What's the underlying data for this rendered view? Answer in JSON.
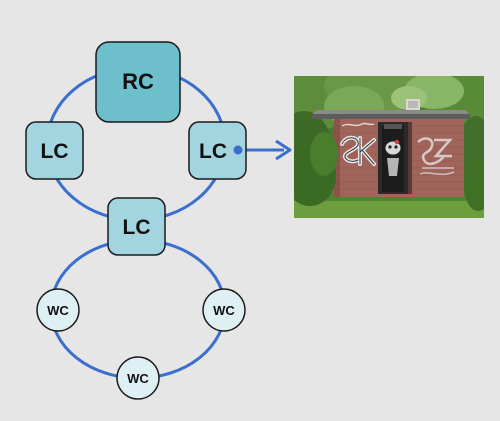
{
  "diagram": {
    "nodes": {
      "rc": {
        "label": "RC"
      },
      "lc_left": {
        "label": "LC"
      },
      "lc_right": {
        "label": "LC"
      },
      "lc_bottom": {
        "label": "LC"
      },
      "wc_left": {
        "label": "WC"
      },
      "wc_right": {
        "label": "WC"
      },
      "wc_bottom": {
        "label": "WC"
      }
    },
    "colors": {
      "ring_line": "#3a6fd0",
      "rc_fill": "#6dbfcc",
      "lc_fill": "#a3d5e0",
      "wc_fill": "#dff0f5",
      "node_stroke": "#1a1a1a",
      "background": "#e6e6e6"
    },
    "photo": {
      "graffiti_text": "SK"
    }
  }
}
